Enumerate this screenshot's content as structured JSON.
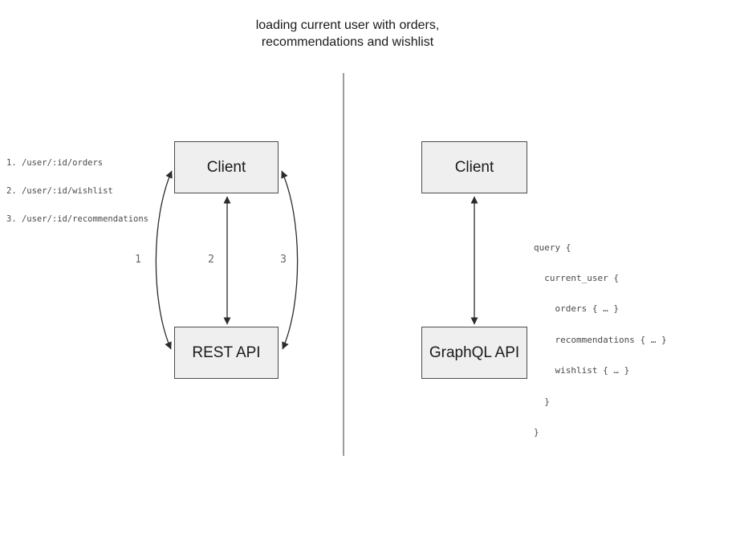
{
  "title": {
    "line1": "loading current user with orders,",
    "line2": "recommendations and wishlist"
  },
  "left_panel": {
    "endpoints": [
      "1. /user/:id/orders",
      "2. /user/:id/wishlist",
      "3. /user/:id/recommendations"
    ],
    "client_box_label": "Client",
    "api_box_label": "REST API",
    "arrow_labels": [
      "1",
      "2",
      "3"
    ]
  },
  "right_panel": {
    "client_box_label": "Client",
    "api_box_label": "GraphQL API",
    "query_lines": [
      "query {",
      "  current_user {",
      "    orders { … }",
      "    recommendations { … }",
      "    wishlist { … }",
      "  }",
      "}"
    ]
  },
  "colors": {
    "box_fill": "#efefef",
    "box_border": "#4d4d4d",
    "arrow_stroke": "#2b2b2b",
    "divider_stroke": "#666666",
    "code_text": "#4a4a4a",
    "arrow_number_text": "#666666",
    "title_text": "#1a1a1a"
  }
}
